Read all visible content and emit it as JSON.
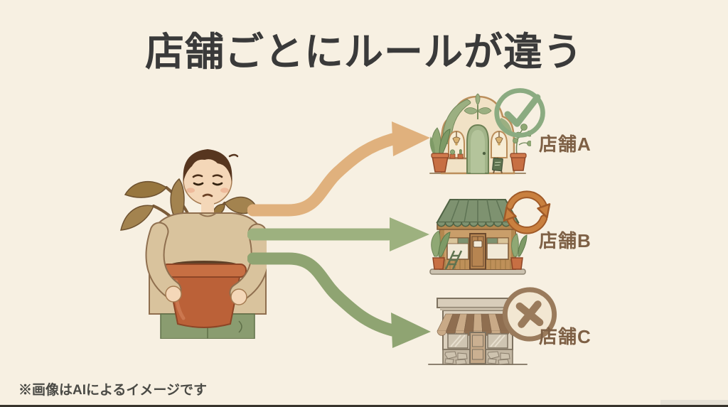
{
  "slide": {
    "title": "店舗ごとにルールが違う",
    "footer_note": "※画像はAIによるイメージです",
    "background_color": "#F7F0E2",
    "title_color": "#3A3A3A",
    "label_color": "#7E6045"
  },
  "person": {
    "illustration": "sad-man-holding-wilted-potted-plant"
  },
  "flows": [
    {
      "to": "店舗A",
      "arrow_color": "#E0B17D",
      "shape": "curve-up"
    },
    {
      "to": "店舗B",
      "arrow_color": "#9DB17F",
      "shape": "straight"
    },
    {
      "to": "店舗C",
      "arrow_color": "#8FA472",
      "shape": "curve-down"
    }
  ],
  "stores": [
    {
      "label": "店舗A",
      "building": "arch-plant-shop",
      "status_icon": "check-circle-icon",
      "status_color": "#8BAB81"
    },
    {
      "label": "店舗B",
      "building": "wooden-storefront-green-awning",
      "status_icon": "refresh-arrows-icon",
      "status_color": "#C9803F"
    },
    {
      "label": "店舗C",
      "building": "stone-storefront-striped-awning",
      "status_icon": "cross-circle-icon",
      "status_color": "#9A7B5C"
    }
  ]
}
